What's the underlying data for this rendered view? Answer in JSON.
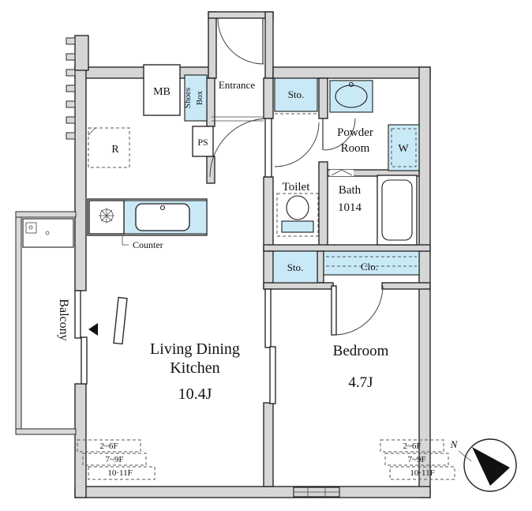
{
  "colors": {
    "wall_fill": "#d6d6d6",
    "wall_stroke": "#1b1b1b",
    "water_blue": "#c9e9f6",
    "dash_gray": "#555555"
  },
  "rooms": {
    "ldk": {
      "name_line1": "Living Dining",
      "name_line2": "Kitchen",
      "size": "10.4J"
    },
    "bedroom": {
      "name": "Bedroom",
      "size": "4.7J"
    },
    "balcony": {
      "name": "Balcony"
    },
    "entrance": {
      "name": "Entrance"
    },
    "toilet": {
      "name": "Toilet"
    },
    "bath": {
      "name": "Bath",
      "size": "1014"
    },
    "powder_room": {
      "name_line1": "Powder",
      "name_line2": "Room"
    },
    "storage_top": {
      "label": "Sto."
    },
    "storage_mid": {
      "label": "Sto."
    },
    "closet": {
      "label": "Clo."
    },
    "shoes_box": {
      "line1": "Shoes",
      "line2": "Box"
    },
    "meter_box": {
      "label": "MB"
    },
    "pipe_space": {
      "label": "PS"
    },
    "washer": {
      "label": "W"
    },
    "refrigerator": {
      "label": "R"
    },
    "counter": {
      "label": "Counter"
    }
  },
  "annotations": {
    "floors_left": [
      "2~6F",
      "7~9F",
      "10·11F"
    ],
    "floors_right": [
      "2~6F",
      "7~9F",
      "10·11F"
    ],
    "compass_north": "N"
  }
}
